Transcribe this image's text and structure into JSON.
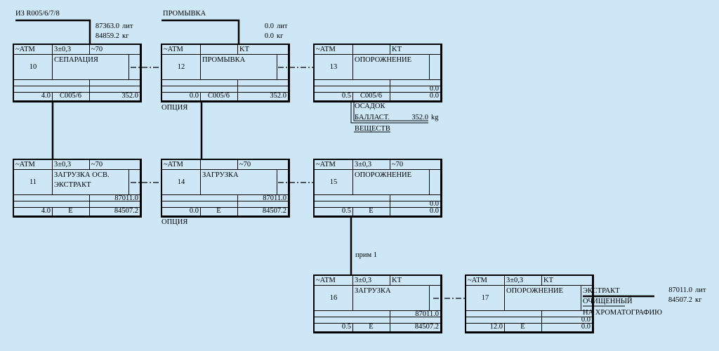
{
  "top_left": {
    "source": "ИЗ R005/6/7/8",
    "liters": "87363.0",
    "kg": "84859.2",
    "unit_l": "лит",
    "unit_kg": "кг"
  },
  "top_mid": {
    "source": "ПРОМЫВКА",
    "liters": "0.0",
    "kg": "0.0",
    "unit_l": "лит",
    "unit_kg": "кг"
  },
  "steps": [
    {
      "id": "10",
      "pressure": "~ATM",
      "time": "3±0,3",
      "temp": "~70",
      "name1": "СЕПАРАЦИЯ",
      "name2": "",
      "r3": "",
      "r4": "",
      "left5": "4.0",
      "mid5": "C005/6",
      "right5": "352.0"
    },
    {
      "id": "12",
      "pressure": "~ATM",
      "time": "",
      "temp": "KT",
      "name1": "ПРОМЫВКА",
      "name2": "",
      "r3": "",
      "r4": "",
      "left5": "0.0",
      "mid5": "C005/6",
      "right5": "352.0"
    },
    {
      "id": "13",
      "pressure": "~ATM",
      "time": "",
      "temp": "KT",
      "name1": "ОПОРОЖНЕНИЕ",
      "name2": "",
      "r3": "",
      "r4": "0.0",
      "left5": "0.5",
      "mid5": "C005/6",
      "right5": "0.0"
    },
    {
      "id": "11",
      "pressure": "~ATM",
      "time": "3±0,3",
      "temp": "~70",
      "name1": "ЗАГРУЗКА ОСВ.",
      "name2": "ЭКСТРАКТ",
      "r3": "87011.0",
      "r4": "",
      "left5": "4.0",
      "mid5": "E",
      "right5": "84507.2"
    },
    {
      "id": "14",
      "pressure": "~ATM",
      "time": "",
      "temp": "~70",
      "name1": "ЗАГРУЗКА",
      "name2": "",
      "r3": "87011.0",
      "r4": "",
      "left5": "0.0",
      "mid5": "E",
      "right5": "84507.2"
    },
    {
      "id": "15",
      "pressure": "~ATM",
      "time": "3±0,3",
      "temp": "~70",
      "name1": "ОПОРОЖНЕНИЕ",
      "name2": "",
      "r3": "",
      "r4": "0.0",
      "left5": "0.5",
      "mid5": "E",
      "right5": "0.0"
    },
    {
      "id": "16",
      "pressure": "~ATM",
      "time": "3±0,3",
      "temp": "KT",
      "name1": "ЗАГРУЗКА",
      "name2": "",
      "r3": "87011.0",
      "r4": "",
      "left5": "0.5",
      "mid5": "E",
      "right5": "84507.2"
    },
    {
      "id": "17",
      "pressure": "~ATM",
      "time": "3±0,3",
      "temp": "KT",
      "name1": "ОПОРОЖНЕНИЕ",
      "name2": "",
      "r3": "",
      "r4": "0.0",
      "left5": "12.0",
      "mid5": "E",
      "right5": "0.0"
    }
  ],
  "labels": {
    "option1": "ОПЦИЯ",
    "option2": "ОПЦИЯ",
    "prim": "прим 1"
  },
  "sludge": {
    "line1": "ОСАДОК",
    "line2": "БАЛЛАСТ.",
    "value": "352.0",
    "unit": "kg",
    "line3": "ВЕЩЕСТВ"
  },
  "output": {
    "line1": "ЭКСТРАКТ",
    "line2": "ОЧИЩЕННЫЙ",
    "line3": "НА  ХРОМАТОГРАФИЮ",
    "liters": "87011.0",
    "kg": "84507.2",
    "unit_l": "лит",
    "unit_kg": "кг"
  }
}
